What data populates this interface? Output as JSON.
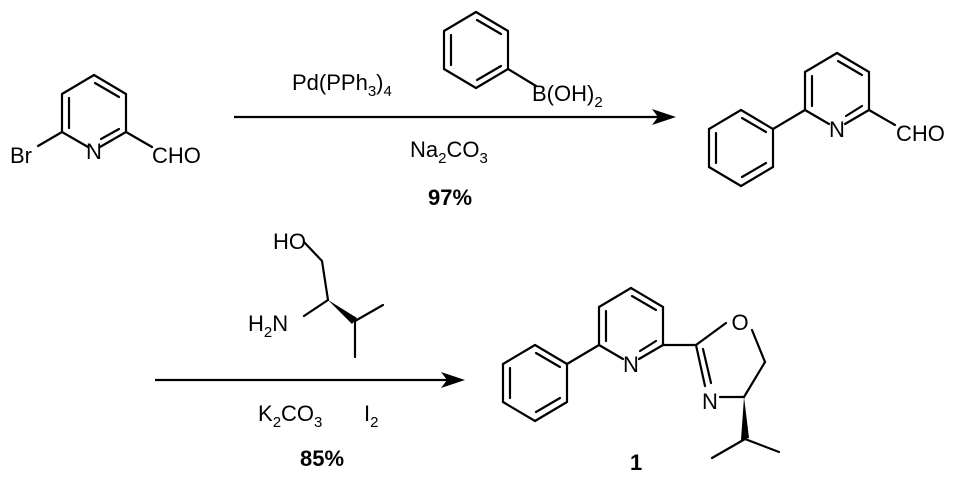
{
  "step1": {
    "reactant": {
      "br_label": "Br",
      "n_label": "N",
      "cho_label": "CHO"
    },
    "reagent_catalyst": {
      "main": "Pd(PPh",
      "sub": "3",
      "tail": ")",
      "sub2": "4"
    },
    "boronic_acid_label": {
      "main": "B(OH)",
      "sub": "2"
    },
    "base": {
      "a": "Na",
      "sub1": "2",
      "b": "CO",
      "sub2": "3"
    },
    "yield": "97%",
    "product": {
      "n_label": "N",
      "cho_label": "CHO"
    }
  },
  "step2": {
    "aminoalcohol": {
      "ho_label": "HO",
      "h2n": {
        "a": "H",
        "sub": "2",
        "b": "N"
      }
    },
    "base": {
      "a": "K",
      "sub1": "2",
      "b": "CO",
      "sub2": "3"
    },
    "oxidant": {
      "a": "I",
      "sub": "2"
    },
    "yield": "85%",
    "product": {
      "n_pyridine": "N",
      "n_oxazoline": "N",
      "o_oxazoline": "O",
      "compound_number": "1"
    }
  }
}
